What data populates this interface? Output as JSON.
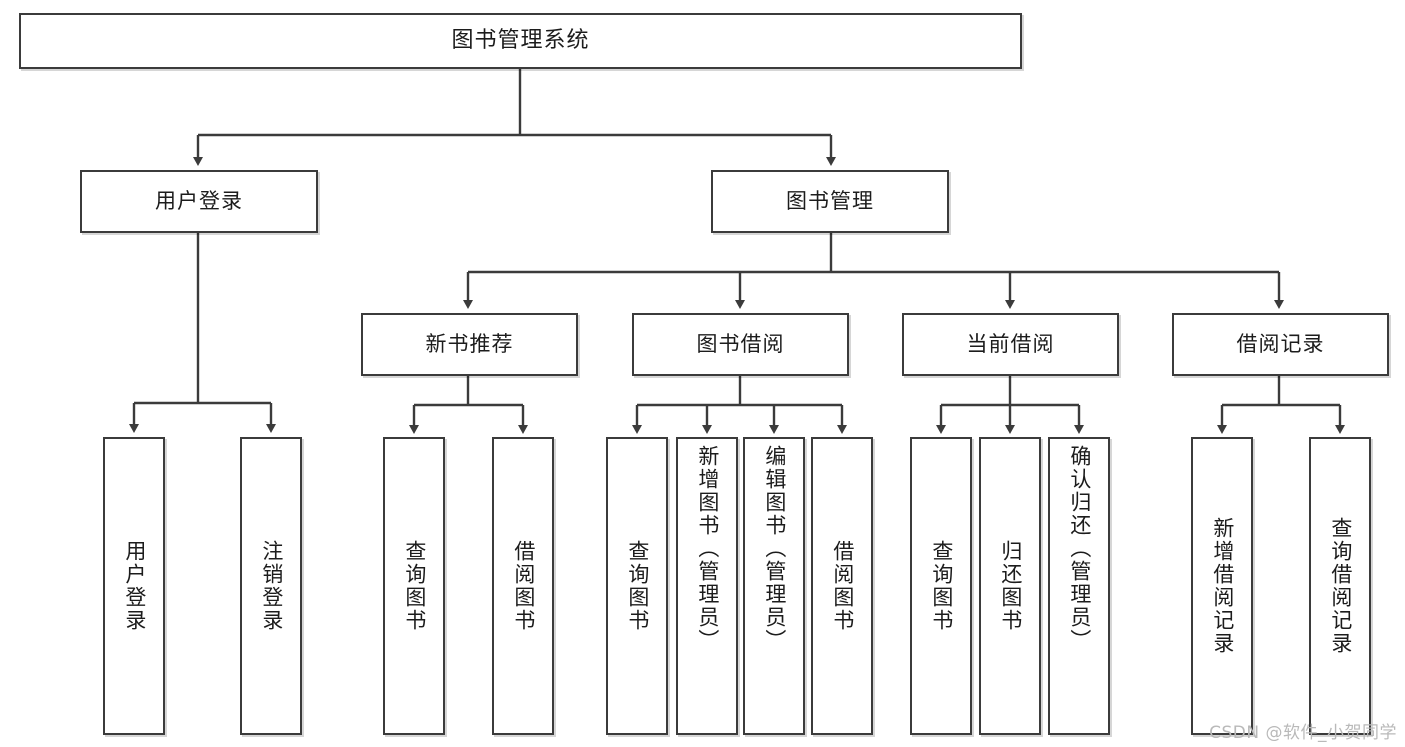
{
  "diagram": {
    "title": "图书管理系统",
    "watermark": "CSDN @软件_小贺同学",
    "stroke_color": "#3b3b3b",
    "text_color": "#1c1c1c",
    "background": "#ffffff"
  },
  "root": {
    "label": "图书管理系统"
  },
  "level2": [
    {
      "label": "用户登录"
    },
    {
      "label": "图书管理"
    }
  ],
  "level3": [
    {
      "label": "新书推荐"
    },
    {
      "label": "图书借阅"
    },
    {
      "label": "当前借阅"
    },
    {
      "label": "借阅记录"
    }
  ],
  "leaves": {
    "user_login": [
      {
        "label": "用户登录"
      },
      {
        "label": "注销登录"
      }
    ],
    "new_book": [
      {
        "label": "查询图书"
      },
      {
        "label": "借阅图书"
      }
    ],
    "book_borrow": [
      {
        "label": "查询图书"
      },
      {
        "label": "新增图书（管理员）"
      },
      {
        "label": "编辑图书（管理员）"
      },
      {
        "label": "借阅图书"
      }
    ],
    "current_borrow": [
      {
        "label": "查询图书"
      },
      {
        "label": "归还图书"
      },
      {
        "label": "确认归还（管理员）"
      }
    ],
    "borrow_record": [
      {
        "label": "新增借阅记录"
      },
      {
        "label": "查询借阅记录"
      }
    ]
  }
}
